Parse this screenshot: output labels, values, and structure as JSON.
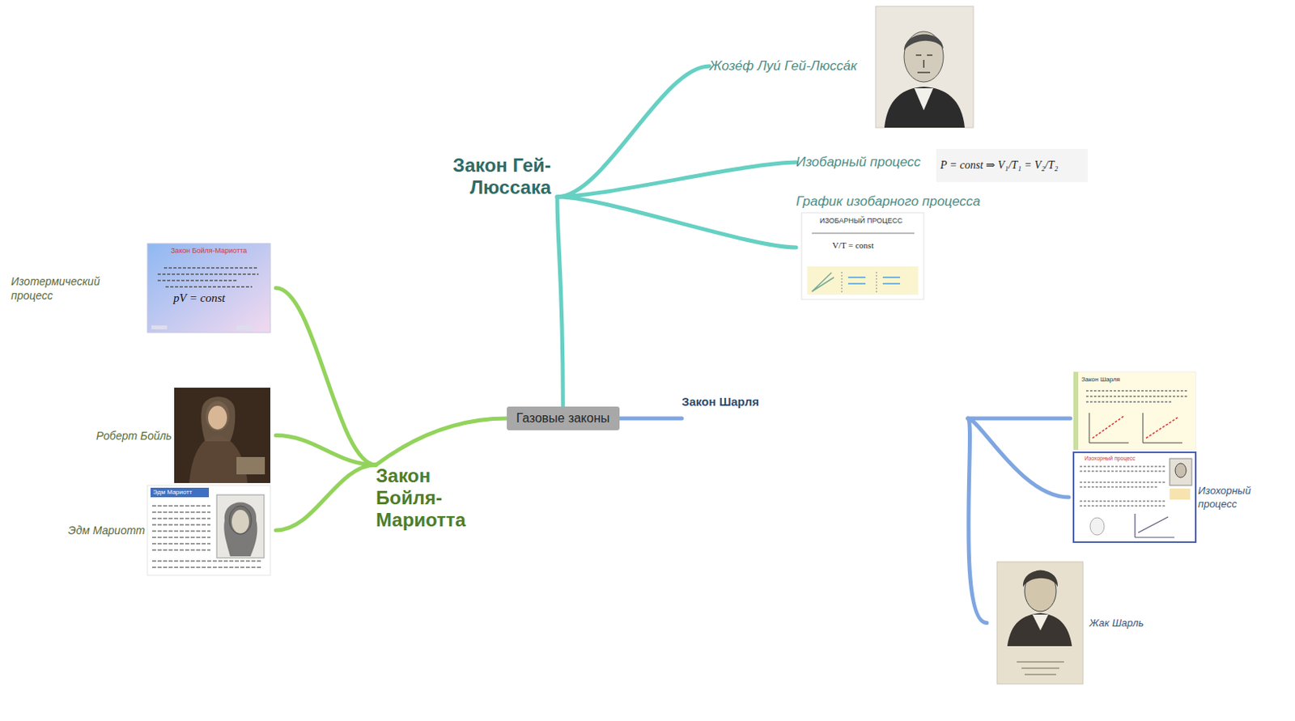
{
  "diagram": {
    "nodes": [
      {
        "text": [
          "Газовые законы"
        ]
      },
      {
        "text": [
          "Закон Гей-Люссака"
        ]
      },
      {
        "text": [
          "Жозе́ф Луи́ Гей-Люсса́к"
        ]
      },
      {
        "text": [
          "Изобарный процесс"
        ]
      },
      {
        "text": [
          "График изобарного процесса"
        ]
      },
      {
        "text": [
          "Закон Бойля-Мариотта"
        ]
      },
      {
        "text": [
          "Изотермический процесс"
        ]
      },
      {
        "text": [
          "Роберт Бойль"
        ]
      },
      {
        "text": [
          "Эдм Мариотт"
        ]
      },
      {
        "text": [
          "Закон Шарля"
        ]
      },
      {
        "text": [
          "Изохорный процесс"
        ]
      },
      {
        "text": [
          "Жак Шарль"
        ]
      }
    ],
    "edges": [
      {
        "from": 0,
        "to": 1,
        "arrow": "none"
      },
      {
        "from": 1,
        "to": 2,
        "arrow": "none"
      },
      {
        "from": 1,
        "to": 3,
        "arrow": "none"
      },
      {
        "from": 1,
        "to": 4,
        "arrow": "none"
      },
      {
        "from": 0,
        "to": 5,
        "arrow": "none"
      },
      {
        "from": 5,
        "to": 6,
        "arrow": "none"
      },
      {
        "from": 5,
        "to": 7,
        "arrow": "none"
      },
      {
        "from": 5,
        "to": 8,
        "arrow": "none"
      },
      {
        "from": 0,
        "to": 9,
        "arrow": "none"
      },
      {
        "from": 9,
        "to": 10,
        "arrow": "none"
      },
      {
        "from": 9,
        "to": 11,
        "arrow": "none"
      }
    ],
    "labels": [
      "P = const ⇒ V₁/T₁ = V₂/T₂",
      "ИЗОБАРНЫЙ ПРОЦЕСС",
      "V/T = const",
      "Закон Бойля-Мариотта",
      "pV = const",
      "Эдм Мариотт",
      "Закон Шарля",
      "Изохорный процесс"
    ]
  }
}
